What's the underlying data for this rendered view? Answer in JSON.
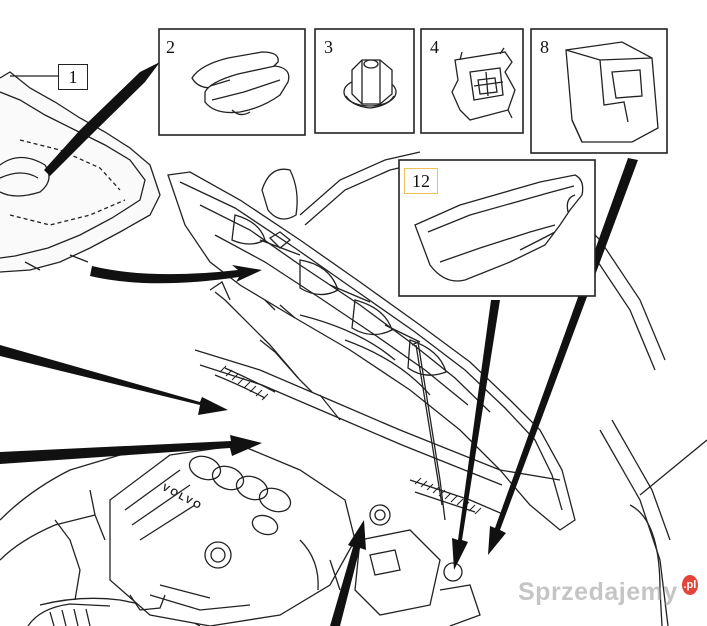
{
  "callouts": {
    "c1": "1",
    "c2": "2",
    "c3": "3",
    "c4": "4",
    "c8": "8",
    "c12": "12"
  },
  "cover_badge": "VOLVO",
  "watermark": {
    "text": "Sprzedajemy",
    "badge": ".pl",
    "badge_color": "#e2433a"
  },
  "colors": {
    "line": "#222222",
    "highlight_box": "#f0c060"
  }
}
